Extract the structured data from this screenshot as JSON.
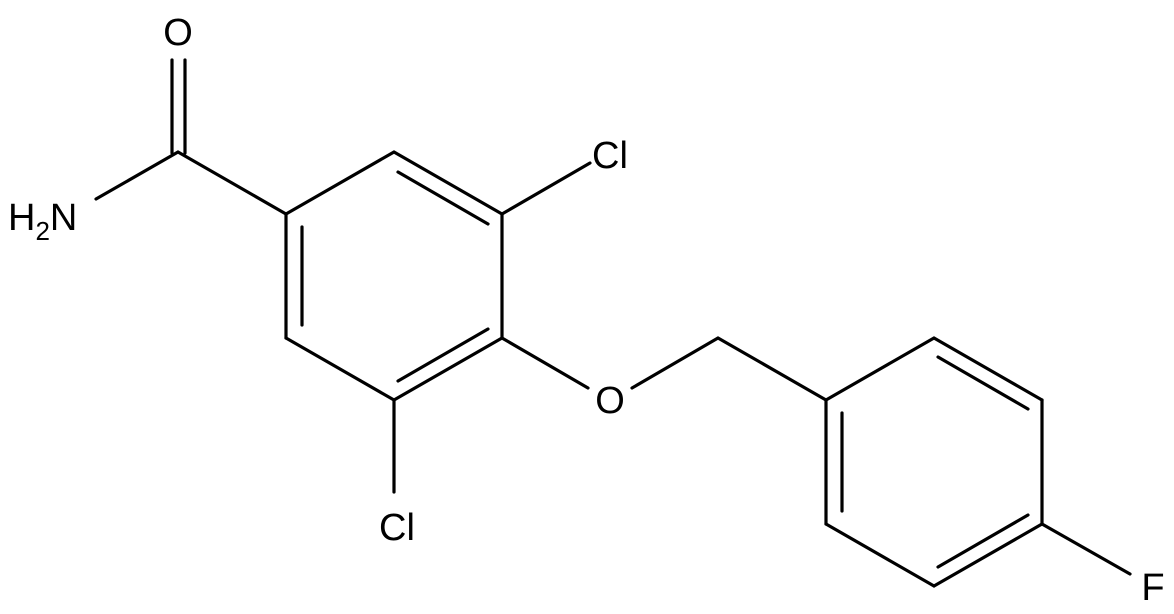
{
  "molecule": {
    "atoms": {
      "oxygen_carbonyl": "O",
      "amide_n_prefix": "H",
      "amide_n_subscript": "2",
      "amide_n": "N",
      "chlorine_top": "Cl",
      "chlorine_bottom": "Cl",
      "oxygen_ether": "O",
      "fluorine": "F"
    }
  },
  "colors": {
    "bond": "#000000",
    "background": "#ffffff"
  }
}
